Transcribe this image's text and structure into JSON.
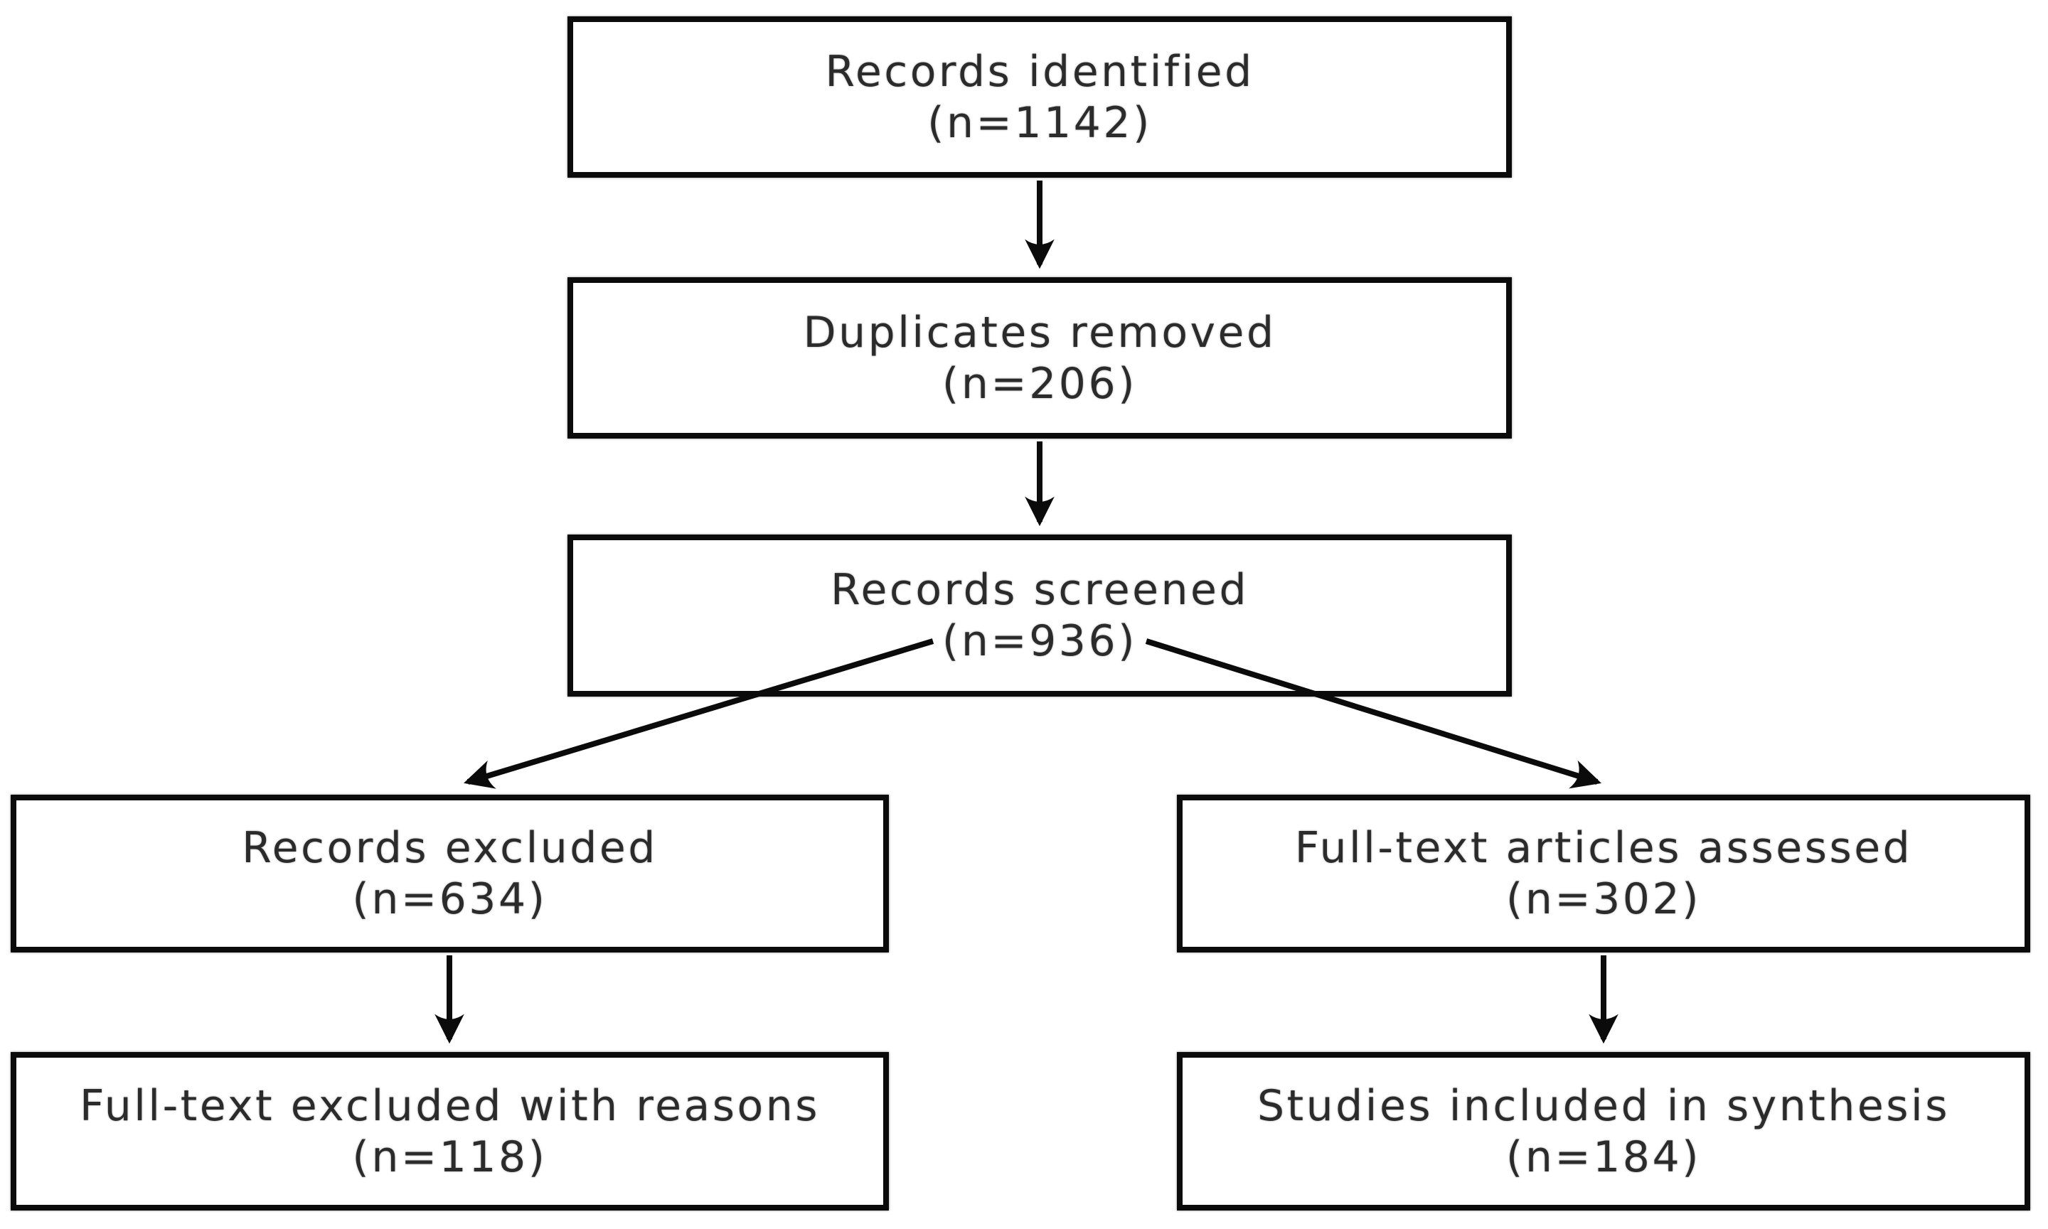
{
  "diagram": {
    "type": "flowchart",
    "background_color": "#ffffff",
    "box_border_color": "#0b0b0b",
    "text_color": "#2b2b2b",
    "boxes": [
      {
        "id": "records-identified",
        "label": "Records identified",
        "count": "(n=1142)"
      },
      {
        "id": "duplicates-removed",
        "label": "Duplicates removed",
        "count": "(n=206)"
      },
      {
        "id": "records-screened",
        "label": "Records screened",
        "count": "(n=936)"
      },
      {
        "id": "records-excluded",
        "label": "Records excluded",
        "count": "(n=634)"
      },
      {
        "id": "fulltext-articles-assessed",
        "label": "Full-text articles assessed",
        "count": "(n=302)"
      },
      {
        "id": "fulltext-excluded-reasons",
        "label": "Full-text excluded with reasons",
        "count": "(n=118)"
      },
      {
        "id": "studies-included-synthesis",
        "label": "Studies included in synthesis",
        "count": "(n=184)"
      }
    ],
    "edges": [
      {
        "from": "records-identified",
        "to": "duplicates-removed"
      },
      {
        "from": "duplicates-removed",
        "to": "records-screened"
      },
      {
        "from": "records-screened",
        "to": "records-excluded"
      },
      {
        "from": "records-screened",
        "to": "fulltext-articles-assessed"
      },
      {
        "from": "records-excluded",
        "to": "fulltext-excluded-reasons"
      },
      {
        "from": "fulltext-articles-assessed",
        "to": "studies-included-synthesis"
      }
    ]
  }
}
